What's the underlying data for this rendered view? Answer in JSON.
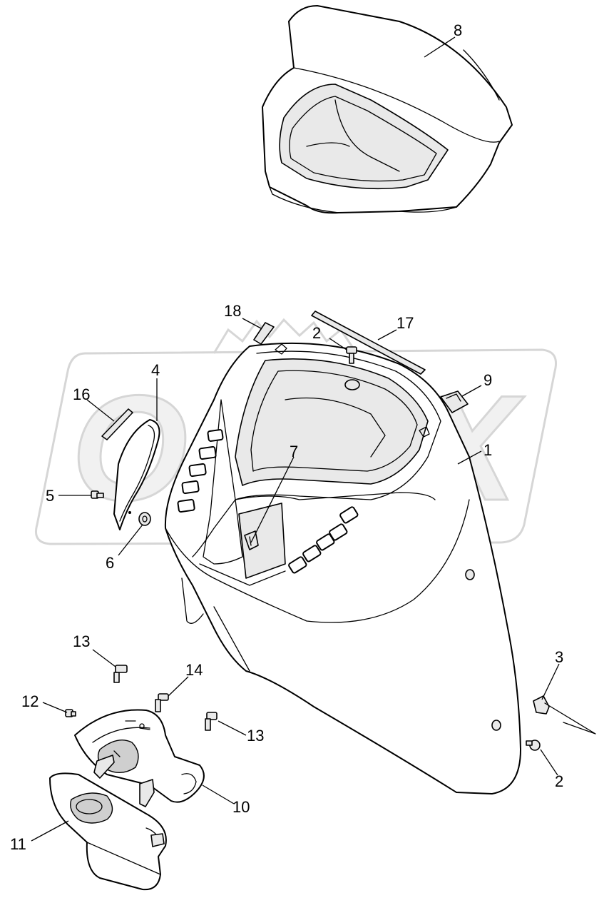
{
  "watermark": {
    "text": "OREX"
  },
  "callouts": [
    {
      "id": "8"
    },
    {
      "id": "18"
    },
    {
      "id": "17"
    },
    {
      "id": "2"
    },
    {
      "id": "4"
    },
    {
      "id": "9"
    },
    {
      "id": "16"
    },
    {
      "id": "1"
    },
    {
      "id": "7"
    },
    {
      "id": "5"
    },
    {
      "id": "6"
    },
    {
      "id": "13"
    },
    {
      "id": "3"
    },
    {
      "id": "14"
    },
    {
      "id": "12"
    },
    {
      "id": "13"
    },
    {
      "id": "2"
    },
    {
      "id": "10"
    },
    {
      "id": "11"
    }
  ]
}
